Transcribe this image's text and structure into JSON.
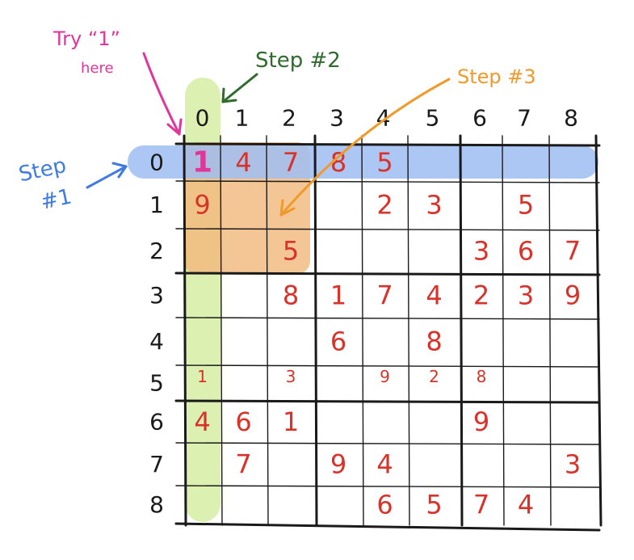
{
  "annotations": {
    "try_line1": "Try “1”",
    "try_line2": "here",
    "step1_line1": "Step",
    "step1_line2": "#1",
    "step2": "Step #2",
    "step3": "Step #3"
  },
  "column_labels": [
    "0",
    "1",
    "2",
    "3",
    "4",
    "5",
    "6",
    "7",
    "8"
  ],
  "row_labels": [
    "0",
    "1",
    "2",
    "3",
    "4",
    "5",
    "6",
    "7",
    "8"
  ],
  "colors": {
    "digits": "#d8322a",
    "trial_digit": "#e0359a",
    "grid": "#1a1a1a",
    "step1": "#5a8ee8",
    "step2": "#2f6b2c",
    "step3": "#ef9a2a",
    "try_note": "#e0359a",
    "row_highlight": "#9fbdf2",
    "column_highlight": "#d8f0a8",
    "box_highlight": "#f2b87a"
  },
  "highlights": {
    "step1_row": 0,
    "step2_column": 0,
    "step3_box": "rows 0-2, cols 0-2"
  },
  "trial": {
    "row": 0,
    "col": 0,
    "value": "1"
  },
  "cells": [
    {
      "r": 0,
      "c": 1,
      "v": "4"
    },
    {
      "r": 0,
      "c": 2,
      "v": "7"
    },
    {
      "r": 0,
      "c": 3,
      "v": "8"
    },
    {
      "r": 0,
      "c": 4,
      "v": "5"
    },
    {
      "r": 1,
      "c": 0,
      "v": "9"
    },
    {
      "r": 1,
      "c": 4,
      "v": "2"
    },
    {
      "r": 1,
      "c": 5,
      "v": "3"
    },
    {
      "r": 1,
      "c": 7,
      "v": "5"
    },
    {
      "r": 2,
      "c": 2,
      "v": "5"
    },
    {
      "r": 2,
      "c": 6,
      "v": "3"
    },
    {
      "r": 2,
      "c": 7,
      "v": "6"
    },
    {
      "r": 2,
      "c": 8,
      "v": "7"
    },
    {
      "r": 3,
      "c": 2,
      "v": "8"
    },
    {
      "r": 3,
      "c": 3,
      "v": "1"
    },
    {
      "r": 3,
      "c": 4,
      "v": "7"
    },
    {
      "r": 3,
      "c": 5,
      "v": "4"
    },
    {
      "r": 3,
      "c": 6,
      "v": "2"
    },
    {
      "r": 3,
      "c": 7,
      "v": "3"
    },
    {
      "r": 3,
      "c": 8,
      "v": "9"
    },
    {
      "r": 4,
      "c": 3,
      "v": "6"
    },
    {
      "r": 4,
      "c": 5,
      "v": "8"
    },
    {
      "r": 5,
      "c": 0,
      "v": "1",
      "small": true
    },
    {
      "r": 5,
      "c": 2,
      "v": "3",
      "small": true
    },
    {
      "r": 5,
      "c": 4,
      "v": "9",
      "small": true
    },
    {
      "r": 5,
      "c": 5,
      "v": "2",
      "small": true
    },
    {
      "r": 5,
      "c": 6,
      "v": "8",
      "small": true
    },
    {
      "r": 6,
      "c": 0,
      "v": "4"
    },
    {
      "r": 6,
      "c": 1,
      "v": "6"
    },
    {
      "r": 6,
      "c": 2,
      "v": "1"
    },
    {
      "r": 6,
      "c": 6,
      "v": "9"
    },
    {
      "r": 7,
      "c": 1,
      "v": "7"
    },
    {
      "r": 7,
      "c": 3,
      "v": "9"
    },
    {
      "r": 7,
      "c": 4,
      "v": "4"
    },
    {
      "r": 7,
      "c": 8,
      "v": "3"
    },
    {
      "r": 8,
      "c": 4,
      "v": "6"
    },
    {
      "r": 8,
      "c": 5,
      "v": "5"
    },
    {
      "r": 8,
      "c": 6,
      "v": "7"
    },
    {
      "r": 8,
      "c": 7,
      "v": "4"
    }
  ]
}
